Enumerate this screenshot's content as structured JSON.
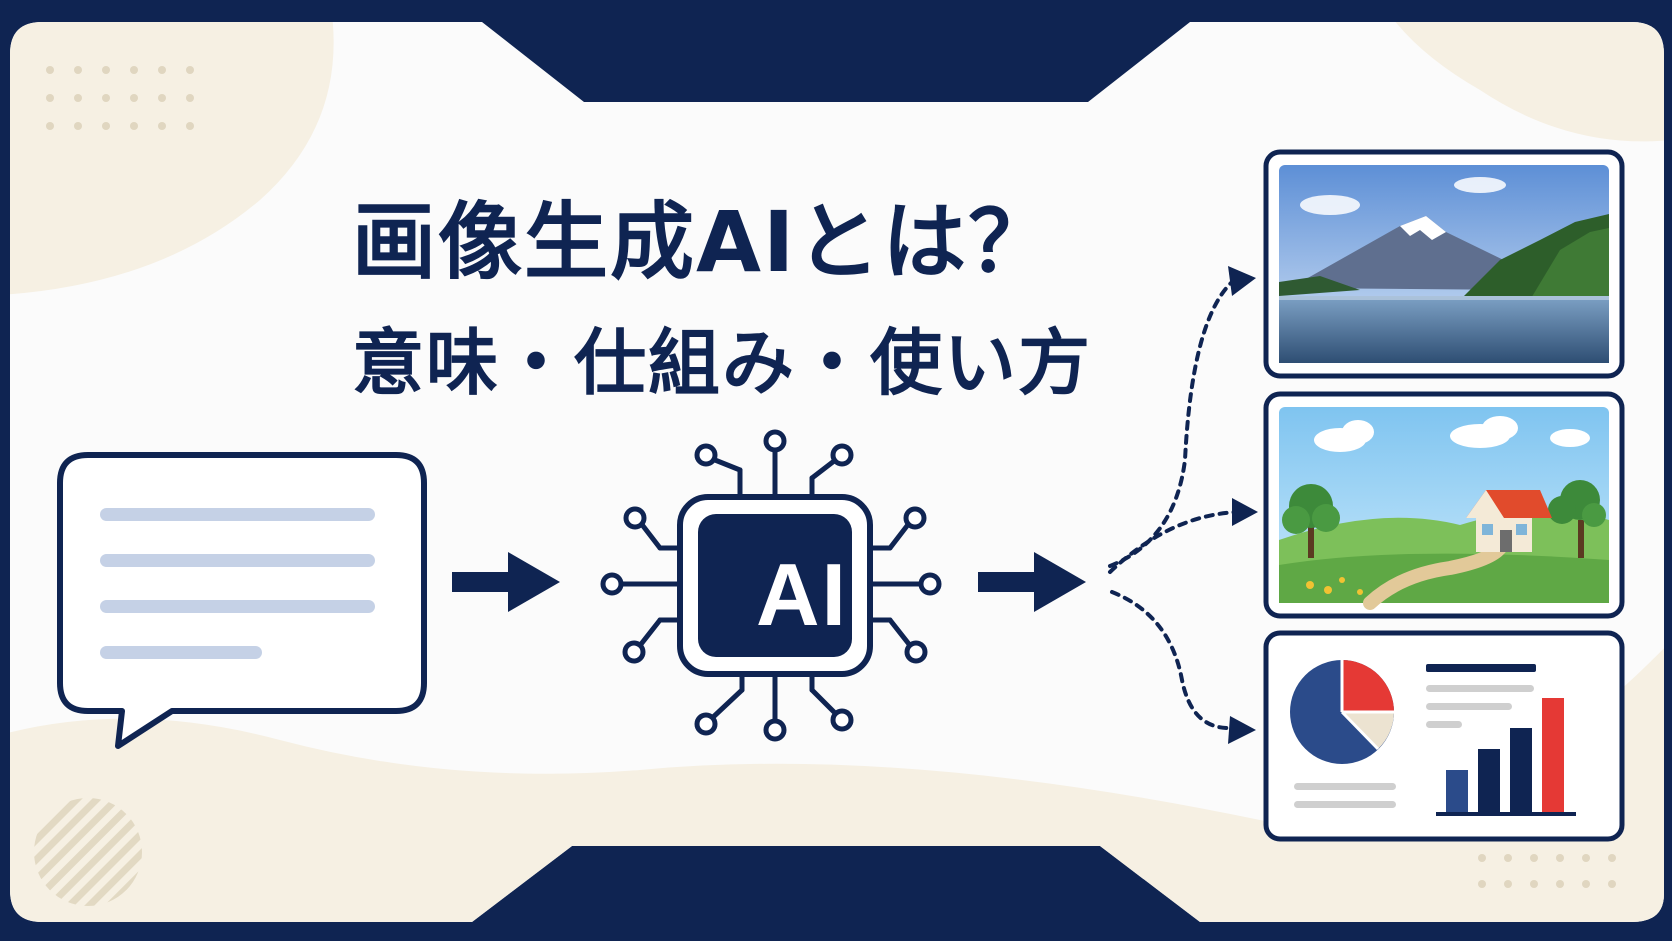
{
  "title": {
    "line1": "画像生成AIとは？",
    "line2": "意味・仕組み・使い方"
  },
  "ai_chip": {
    "label": "AI"
  },
  "colors": {
    "navy": "#0f2452",
    "panel": "#fbfbfb",
    "cream": "#f6f0e3",
    "text_line": "#c5d1e6",
    "accent_red": "#e53935",
    "pie_blue": "#2b4b8a",
    "pie_beige": "#ece3d1"
  },
  "outputs": [
    {
      "name": "photo-landscape",
      "subject": "mountain lake photo"
    },
    {
      "name": "illustration",
      "subject": "house and trees illustration"
    },
    {
      "name": "chart-report",
      "subject": "pie and bar chart document"
    }
  ],
  "icons": [
    "speech-bubble-icon",
    "arrow-right-icon",
    "ai-chip-icon",
    "dotted-branch-arrows-icon"
  ]
}
